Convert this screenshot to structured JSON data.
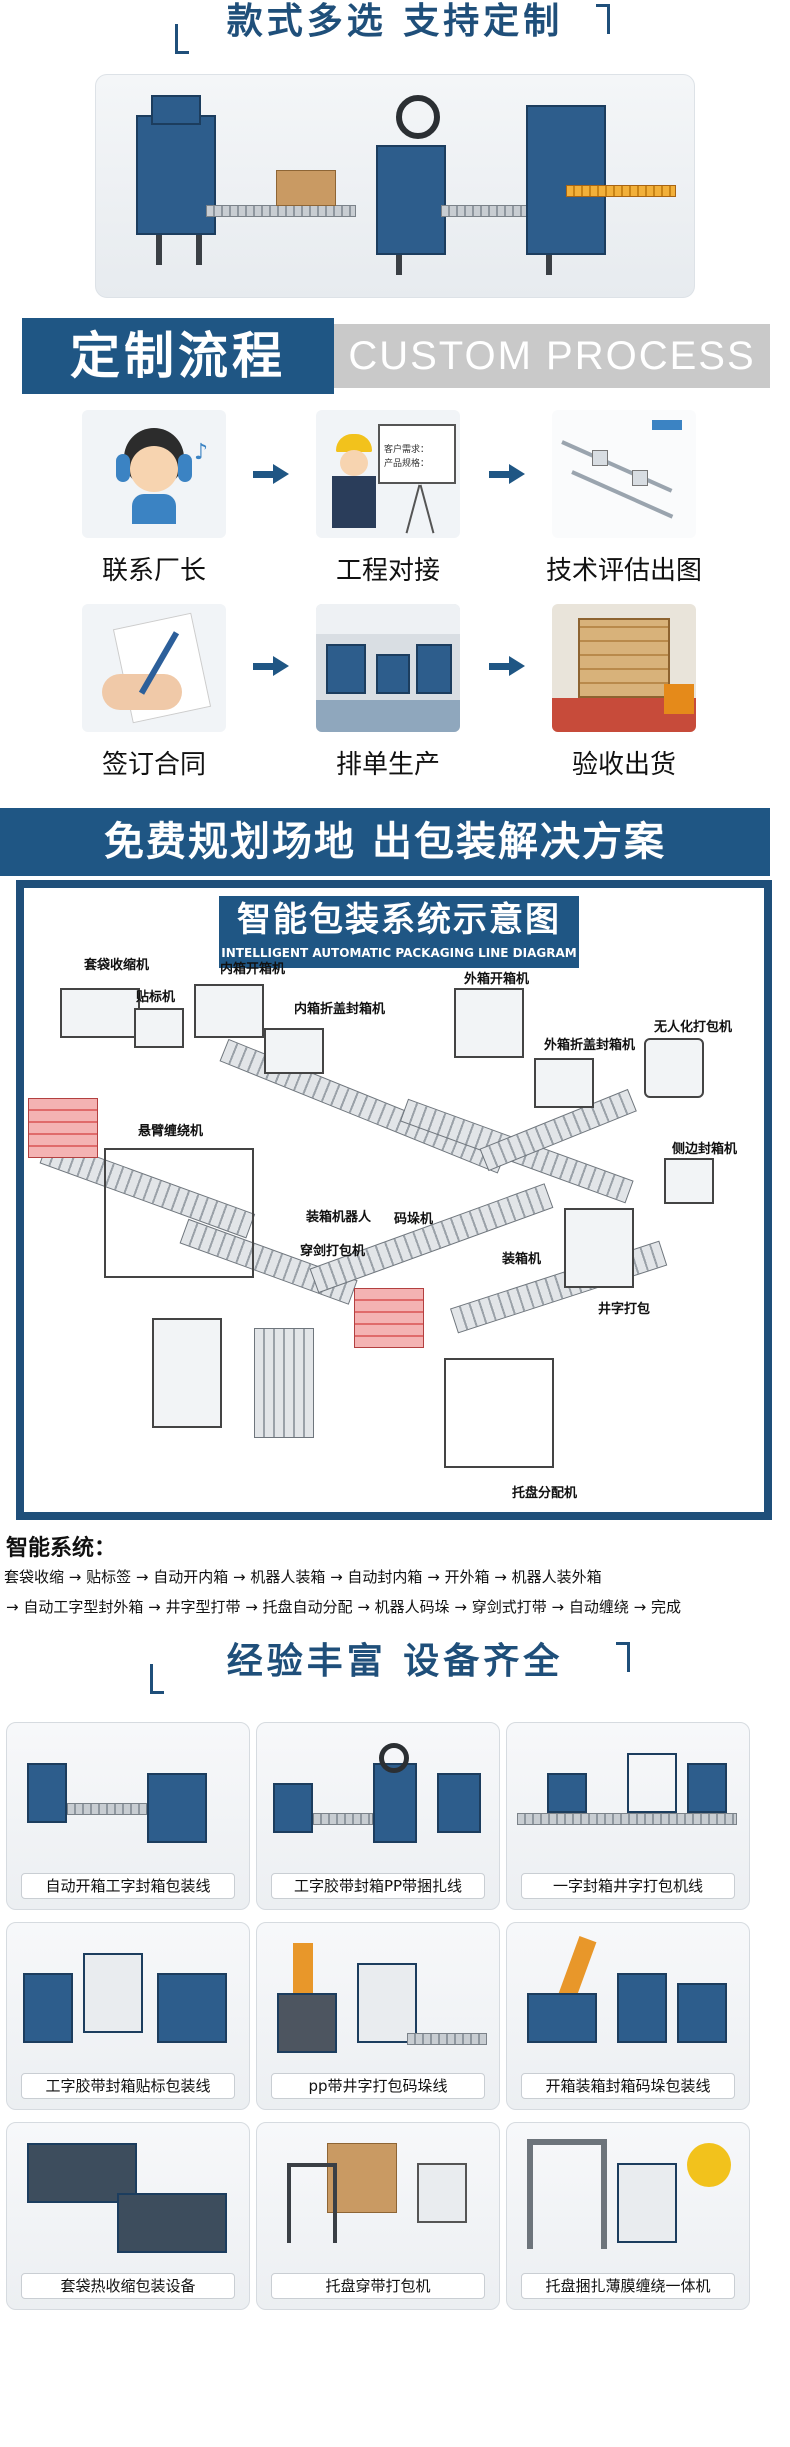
{
  "header": {
    "title": "款式多选  支持定制"
  },
  "custom_process": {
    "cn": "定制流程",
    "en": "CUSTOM PROCESS"
  },
  "steps": [
    {
      "label": "联系厂长"
    },
    {
      "label": "工程对接",
      "board_lines": [
        "客户需求：",
        "产品规格："
      ]
    },
    {
      "label": "技术评估出图"
    },
    {
      "label": "签订合同"
    },
    {
      "label": "排单生产"
    },
    {
      "label": "验收出货"
    }
  ],
  "free_banner": {
    "text": "免费规划场地 出包装解决方案"
  },
  "diagram": {
    "title_cn": "智能包装系统示意图",
    "title_en": "INTELLIGENT AUTOMATIC PACKAGING LINE DIAGRAM",
    "labels": [
      "套袋收缩机",
      "贴标机",
      "内箱开箱机",
      "内箱折盖封箱机",
      "外箱开箱机",
      "无人化打包机",
      "外箱折盖封箱机",
      "悬臂缠绕机",
      "侧边封箱机",
      "装箱机器人",
      "码垛机",
      "穿剑打包机",
      "装箱机",
      "井字打包",
      "托盘分配机"
    ]
  },
  "system": {
    "title": "智能系统：",
    "line1": "套袋收缩 → 贴标签 → 自动开内箱 → 机器人装箱 → 自动封内箱 → 开外箱 → 机器人装外箱",
    "line2": "→ 自动工字型封外箱 → 井字型打带 → 托盘自动分配 → 机器人码垛 → 穿剑式打带 → 自动缠绕 → 完成"
  },
  "experience": {
    "title": "经验丰富  设备齐全"
  },
  "products": [
    {
      "name": "自动开箱工字封箱包装线"
    },
    {
      "name": "工字胶带封箱PP带捆扎线"
    },
    {
      "name": "一字封箱井字打包机线"
    },
    {
      "name": "工字胶带封箱贴标包装线"
    },
    {
      "name": "pp带井字打包码垛线"
    },
    {
      "name": "开箱装箱封箱码垛包装线"
    },
    {
      "name": "套袋热收缩包装设备"
    },
    {
      "name": "托盘穿带打包机"
    },
    {
      "name": "托盘捆扎薄膜缠绕一体机"
    }
  ],
  "colors": {
    "brand_blue": "#1f5684",
    "gray_band": "#c9c9c9",
    "pallet_red": "#e06b6b"
  }
}
